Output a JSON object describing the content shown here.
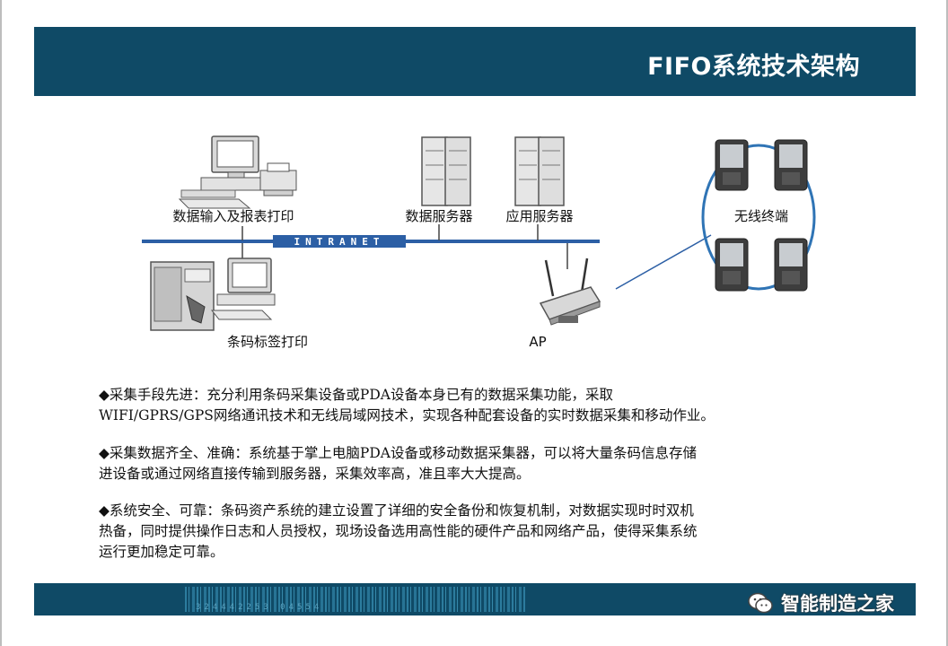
{
  "header": {
    "title": "FIFO系统技术架构"
  },
  "diagram": {
    "label_data_entry": "数据输入及报表打印",
    "label_data_server": "数据服务器",
    "label_app_server": "应用服务器",
    "network_label": "INTRANET",
    "label_barcode_print": "条码标签打印",
    "label_ap": "AP",
    "label_wireless": "无线终端"
  },
  "paragraphs": [
    "◆采集手段先进：充分利用条码采集设备或PDA设备本身已有的数据采集功能，采取\nWIFI/GPRS/GPS网络通讯技术和无线局域网技术，实现各种配套设备的实时数据采集和移动作业。",
    "◆采集数据齐全、准确：系统基于掌上电脑PDA设备或移动数据采集器，可以将大量条码信息存储\n进设备或通过网络直接传输到服务器，采集效率高，准且率大大提高。",
    "◆系统安全、可靠：条码资产系统的建立设置了详细的安全备份和恢复机制，对数据实现时时双机\n热备，同时提供操作日志和人员授权，现场设备选用高性能的硬件产品和网络产品，使得采集系统\n运行更加稳定可靠。"
  ],
  "footer": {
    "barcode_digits": "324442253 04554"
  },
  "watermark": {
    "text": "智能制造之家"
  }
}
